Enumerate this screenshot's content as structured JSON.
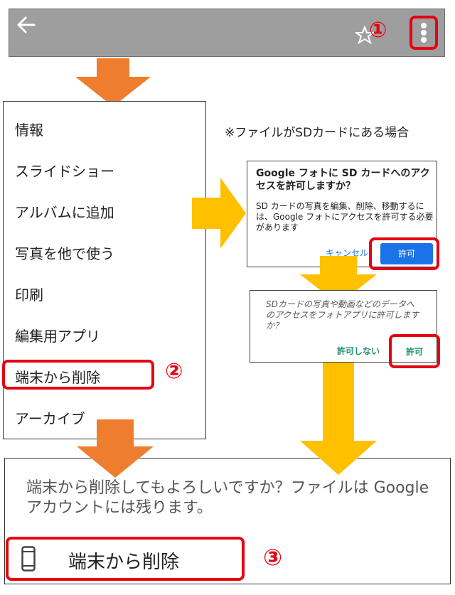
{
  "toolbar": {
    "step1": "①"
  },
  "menu": {
    "items": [
      "情報",
      "スライドショー",
      "アルバムに追加",
      "写真を他で使う",
      "印刷",
      "編集用アプリ",
      "端末から削除",
      "アーカイブ"
    ],
    "step2": "②"
  },
  "sd_note": "※ファイルがSDカードにある場合",
  "dialog1": {
    "title": "Google フォトに SD カードへのアクセスを許可しますか？",
    "body": "SD カードの写真を編集、削除、移動するには、Google フォトにアクセスを許可する必要があります",
    "cancel": "キャンセル",
    "allow": "許可"
  },
  "dialog2": {
    "body": "SDカードの写真や動画などのデータへのアクセスをフォトアプリに許可しますか？",
    "deny": "許可しない",
    "allow": "許可"
  },
  "confirm": {
    "message": "端末から削除してもよろしいですか？ファイルは Google アカウントには残ります。",
    "action": "端末から削除",
    "step3": "③"
  },
  "colors": {
    "highlight": "#e60012",
    "orange_arrow": "#ee7d2d",
    "yellow_arrow": "#ffc000",
    "blue_button": "#1a73e8"
  }
}
